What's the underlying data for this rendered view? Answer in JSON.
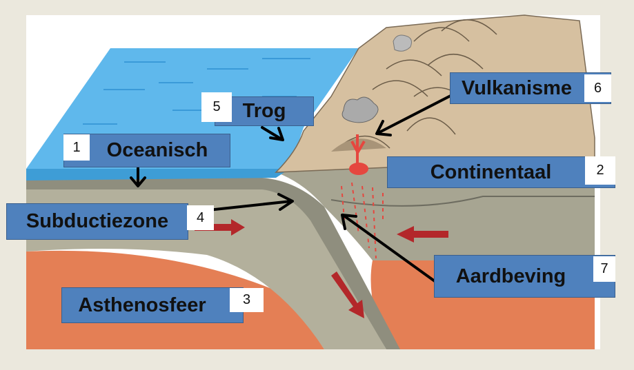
{
  "labels": {
    "oceanisch": {
      "text": "Oceanisch",
      "number": "1"
    },
    "continentaal": {
      "text": "Continentaal",
      "number": "2"
    },
    "asthenosfeer": {
      "text": "Asthenosfeer",
      "number": "3"
    },
    "subductiezone": {
      "text": "Subductiezone",
      "number": "4"
    },
    "trog": {
      "text": "Trog",
      "number": "5"
    },
    "vulkanisme": {
      "text": "Vulkanisme",
      "number": "6"
    },
    "aardbeving": {
      "text": "Aardbeving",
      "number": "7"
    }
  },
  "colors": {
    "label_fill": "#4f81bd",
    "ocean": "#5fb8ec",
    "land": "#d6c0a0",
    "crust": "#a7a592",
    "mantle": "#e47f55",
    "magma": "#e5473f"
  }
}
